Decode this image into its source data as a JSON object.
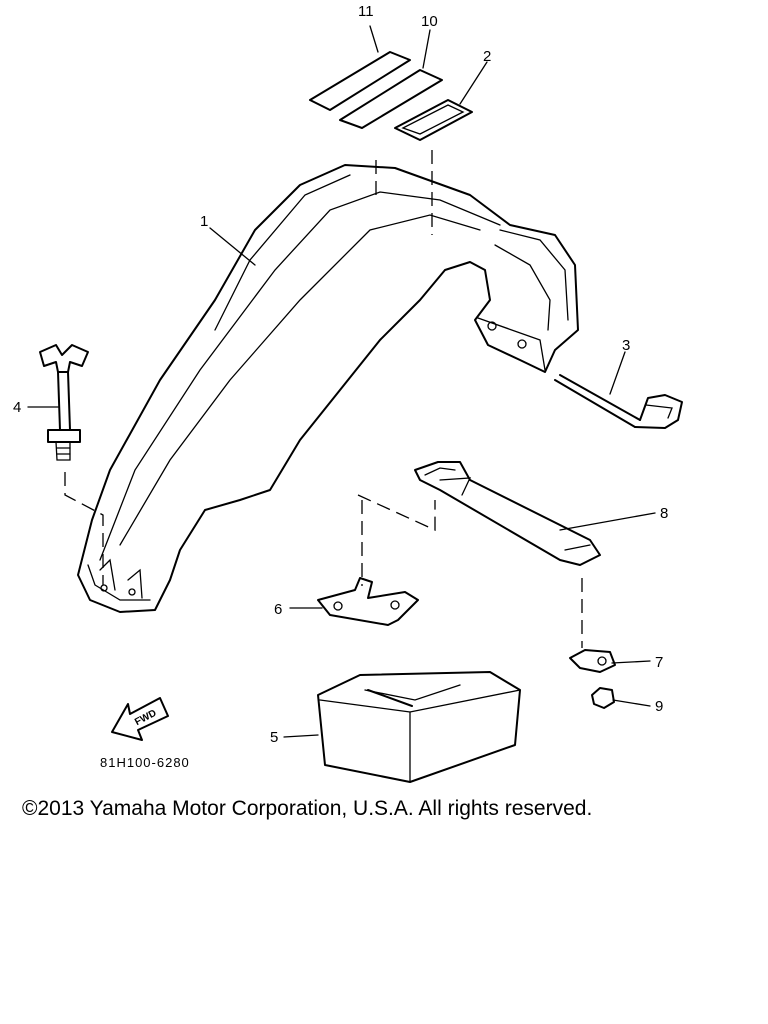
{
  "callouts": {
    "c1": "1",
    "c2": "2",
    "c3": "3",
    "c4": "4",
    "c5": "5",
    "c6": "6",
    "c7": "7",
    "c8": "8",
    "c9": "9",
    "c10": "10",
    "c11": "11"
  },
  "fwd_arrow_label": "FWD",
  "diagram_code": "81H100-6280",
  "copyright": "©2013 Yamaha Motor Corporation, U.S.A. All rights reserved."
}
